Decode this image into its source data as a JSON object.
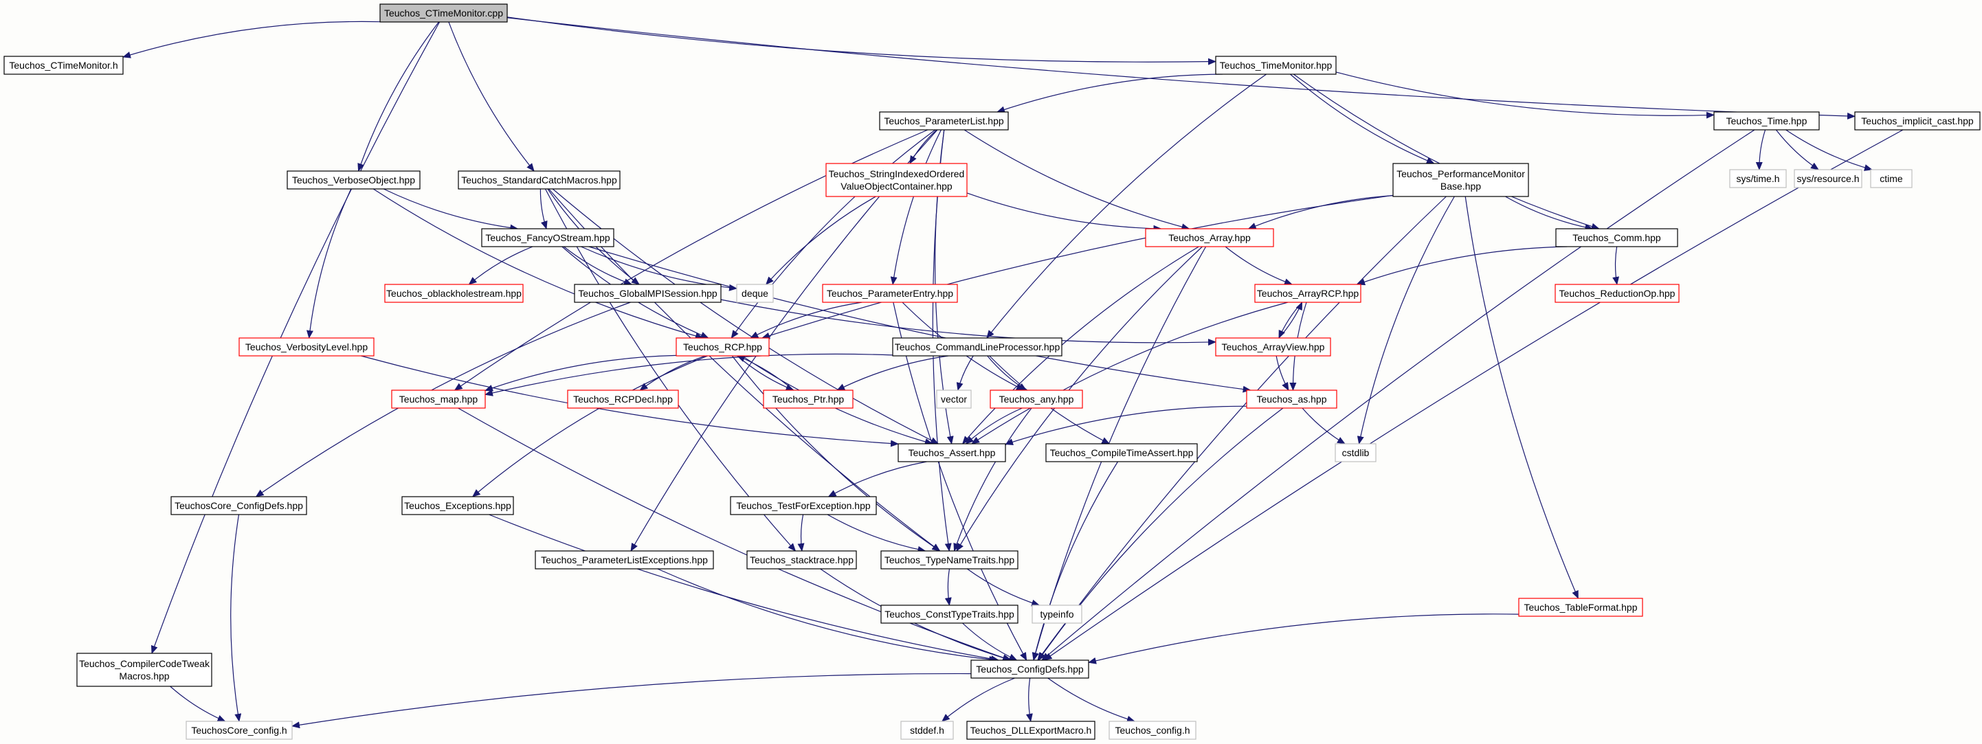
{
  "colors": {
    "edge": "#191970",
    "node_border_documented": "#000000",
    "node_border_undocumented": "#ff0000",
    "node_border_external": "#bfbfbf",
    "root_fill": "#bfbfbf",
    "node_fill": "#ffffff",
    "background": "#fdfdfb"
  },
  "nodes": {
    "ctm_cpp": {
      "label": "Teuchos_CTimeMonitor.cpp",
      "kind": "root"
    },
    "ctm_h": {
      "label": "Teuchos_CTimeMonitor.h",
      "kind": "doc"
    },
    "timemon": {
      "label": "Teuchos_TimeMonitor.hpp",
      "kind": "doc"
    },
    "implicit": {
      "label": "Teuchos_implicit_cast.hpp",
      "kind": "doc"
    },
    "paramlist": {
      "label": "Teuchos_ParameterList.hpp",
      "kind": "doc"
    },
    "time": {
      "label": "Teuchos_Time.hpp",
      "kind": "doc"
    },
    "verbose": {
      "label": "Teuchos_VerboseObject.hpp",
      "kind": "doc"
    },
    "stdcatch": {
      "label": "Teuchos_StandardCatchMacros.hpp",
      "kind": "doc"
    },
    "strindexed": {
      "label": "Teuchos_StringIndexedOrdered\nValueObjectContainer.hpp",
      "kind": "undoc"
    },
    "perfmon": {
      "label": "Teuchos_PerformanceMonitor\nBase.hpp",
      "kind": "doc"
    },
    "systime": {
      "label": "sys/time.h",
      "kind": "ext"
    },
    "sysres": {
      "label": "sys/resource.h",
      "kind": "ext"
    },
    "ctime": {
      "label": "ctime",
      "kind": "ext"
    },
    "fancy": {
      "label": "Teuchos_FancyOStream.hpp",
      "kind": "doc"
    },
    "array": {
      "label": "Teuchos_Array.hpp",
      "kind": "undoc"
    },
    "comm": {
      "label": "Teuchos_Comm.hpp",
      "kind": "doc"
    },
    "oblack": {
      "label": "Teuchos_oblackholestream.hpp",
      "kind": "undoc"
    },
    "globalmpi": {
      "label": "Teuchos_GlobalMPISession.hpp",
      "kind": "doc"
    },
    "deque": {
      "label": "deque",
      "kind": "ext"
    },
    "paramentry": {
      "label": "Teuchos_ParameterEntry.hpp",
      "kind": "undoc"
    },
    "arrayrcp": {
      "label": "Teuchos_ArrayRCP.hpp",
      "kind": "undoc"
    },
    "reductionop": {
      "label": "Teuchos_ReductionOp.hpp",
      "kind": "undoc"
    },
    "verblevel": {
      "label": "Teuchos_VerbosityLevel.hpp",
      "kind": "undoc"
    },
    "rcp": {
      "label": "Teuchos_RCP.hpp",
      "kind": "undoc"
    },
    "cmdline": {
      "label": "Teuchos_CommandLineProcessor.hpp",
      "kind": "doc"
    },
    "arrayview": {
      "label": "Teuchos_ArrayView.hpp",
      "kind": "undoc"
    },
    "map": {
      "label": "Teuchos_map.hpp",
      "kind": "undoc"
    },
    "rcpdecl": {
      "label": "Teuchos_RCPDecl.hpp",
      "kind": "undoc"
    },
    "ptr": {
      "label": "Teuchos_Ptr.hpp",
      "kind": "undoc"
    },
    "vector": {
      "label": "vector",
      "kind": "ext"
    },
    "any": {
      "label": "Teuchos_any.hpp",
      "kind": "undoc"
    },
    "as": {
      "label": "Teuchos_as.hpp",
      "kind": "undoc"
    },
    "assert": {
      "label": "Teuchos_Assert.hpp",
      "kind": "doc"
    },
    "cstdlib": {
      "label": "cstdlib",
      "kind": "ext"
    },
    "compiletime": {
      "label": "Teuchos_CompileTimeAssert.hpp",
      "kind": "doc"
    },
    "coreconfigdefs": {
      "label": "TeuchosCore_ConfigDefs.hpp",
      "kind": "doc"
    },
    "exceptions": {
      "label": "Teuchos_Exceptions.hpp",
      "kind": "doc"
    },
    "testforexc": {
      "label": "Teuchos_TestForException.hpp",
      "kind": "doc"
    },
    "plexceptions": {
      "label": "Teuchos_ParameterListExceptions.hpp",
      "kind": "doc"
    },
    "stacktrace": {
      "label": "Teuchos_stacktrace.hpp",
      "kind": "doc"
    },
    "typename": {
      "label": "Teuchos_TypeNameTraits.hpp",
      "kind": "doc"
    },
    "consttype": {
      "label": "Teuchos_ConstTypeTraits.hpp",
      "kind": "doc"
    },
    "typeinfo": {
      "label": "typeinfo",
      "kind": "ext"
    },
    "tableformat": {
      "label": "Teuchos_TableFormat.hpp",
      "kind": "undoc"
    },
    "compilercode": {
      "label": "Teuchos_CompilerCodeTweak\nMacros.hpp",
      "kind": "doc"
    },
    "configdefs": {
      "label": "Teuchos_ConfigDefs.hpp",
      "kind": "doc"
    },
    "coreconfig": {
      "label": "TeuchosCore_config.h",
      "kind": "ext"
    },
    "stddef": {
      "label": "stddef.h",
      "kind": "ext"
    },
    "dllexport": {
      "label": "Teuchos_DLLExportMacro.h",
      "kind": "doc"
    },
    "config": {
      "label": "Teuchos_config.h",
      "kind": "ext"
    }
  },
  "edges": [
    [
      "ctm_cpp",
      "ctm_h"
    ],
    [
      "ctm_cpp",
      "timemon"
    ],
    [
      "ctm_cpp",
      "implicit"
    ],
    [
      "ctm_cpp",
      "verbose"
    ],
    [
      "ctm_cpp",
      "stdcatch"
    ],
    [
      "ctm_cpp",
      "compilercode"
    ],
    [
      "timemon",
      "paramlist"
    ],
    [
      "timemon",
      "time"
    ],
    [
      "timemon",
      "perfmon"
    ],
    [
      "timemon",
      "comm"
    ],
    [
      "timemon",
      "cmdline"
    ],
    [
      "implicit",
      "configdefs"
    ],
    [
      "paramlist",
      "strindexed"
    ],
    [
      "paramlist",
      "array"
    ],
    [
      "paramlist",
      "paramentry"
    ],
    [
      "paramlist",
      "rcp"
    ],
    [
      "paramlist",
      "map"
    ],
    [
      "paramlist",
      "plexceptions"
    ],
    [
      "paramlist",
      "assert"
    ],
    [
      "paramlist",
      "typename"
    ],
    [
      "time",
      "systime"
    ],
    [
      "time",
      "sysres"
    ],
    [
      "time",
      "ctime"
    ],
    [
      "time",
      "configdefs"
    ],
    [
      "verbose",
      "fancy"
    ],
    [
      "verbose",
      "verblevel"
    ],
    [
      "verbose",
      "rcp"
    ],
    [
      "stdcatch",
      "fancy"
    ],
    [
      "stdcatch",
      "globalmpi"
    ],
    [
      "stdcatch",
      "assert"
    ],
    [
      "stdcatch",
      "stacktrace"
    ],
    [
      "stdcatch",
      "typename"
    ],
    [
      "strindexed",
      "array"
    ],
    [
      "strindexed",
      "deque"
    ],
    [
      "perfmon",
      "array"
    ],
    [
      "perfmon",
      "comm"
    ],
    [
      "perfmon",
      "rcp"
    ],
    [
      "perfmon",
      "tableformat"
    ],
    [
      "perfmon",
      "cstdlib"
    ],
    [
      "perfmon",
      "configdefs"
    ],
    [
      "fancy",
      "oblack"
    ],
    [
      "fancy",
      "globalmpi"
    ],
    [
      "fancy",
      "deque"
    ],
    [
      "fancy",
      "rcp"
    ],
    [
      "fancy",
      "as"
    ],
    [
      "array",
      "arrayrcp"
    ],
    [
      "array",
      "assert"
    ],
    [
      "array",
      "typename"
    ],
    [
      "array",
      "configdefs"
    ],
    [
      "comm",
      "arrayrcp"
    ],
    [
      "comm",
      "reductionop"
    ],
    [
      "globalmpi",
      "coreconfigdefs"
    ],
    [
      "globalmpi",
      "arrayview"
    ],
    [
      "paramentry",
      "rcp"
    ],
    [
      "paramentry",
      "any"
    ],
    [
      "paramentry",
      "configdefs"
    ],
    [
      "arrayrcp",
      "arrayview"
    ],
    [
      "arrayrcp",
      "as"
    ],
    [
      "arrayrcp",
      "assert"
    ],
    [
      "arrayview",
      "arrayrcp"
    ],
    [
      "arrayview",
      "as"
    ],
    [
      "verblevel",
      "assert"
    ],
    [
      "rcp",
      "map"
    ],
    [
      "rcp",
      "rcpdecl"
    ],
    [
      "rcp",
      "ptr"
    ],
    [
      "rcp",
      "assert"
    ],
    [
      "rcp",
      "exceptions"
    ],
    [
      "rcp",
      "typename"
    ],
    [
      "ptr",
      "rcp"
    ],
    [
      "cmdline",
      "map"
    ],
    [
      "cmdline",
      "ptr"
    ],
    [
      "cmdline",
      "vector"
    ],
    [
      "cmdline",
      "any"
    ],
    [
      "cmdline",
      "compiletime"
    ],
    [
      "map",
      "configdefs"
    ],
    [
      "any",
      "assert"
    ],
    [
      "any",
      "typename"
    ],
    [
      "as",
      "assert"
    ],
    [
      "as",
      "cstdlib"
    ],
    [
      "as",
      "configdefs"
    ],
    [
      "assert",
      "testforexc"
    ],
    [
      "compiletime",
      "configdefs"
    ],
    [
      "coreconfigdefs",
      "coreconfig"
    ],
    [
      "exceptions",
      "configdefs"
    ],
    [
      "testforexc",
      "stacktrace"
    ],
    [
      "testforexc",
      "typename"
    ],
    [
      "plexceptions",
      "configdefs"
    ],
    [
      "stacktrace",
      "configdefs"
    ],
    [
      "typename",
      "consttype"
    ],
    [
      "typename",
      "typeinfo"
    ],
    [
      "consttype",
      "configdefs"
    ],
    [
      "tableformat",
      "configdefs"
    ],
    [
      "compilercode",
      "coreconfig"
    ],
    [
      "configdefs",
      "coreconfig"
    ],
    [
      "configdefs",
      "stddef"
    ],
    [
      "configdefs",
      "dllexport"
    ],
    [
      "configdefs",
      "config"
    ]
  ]
}
